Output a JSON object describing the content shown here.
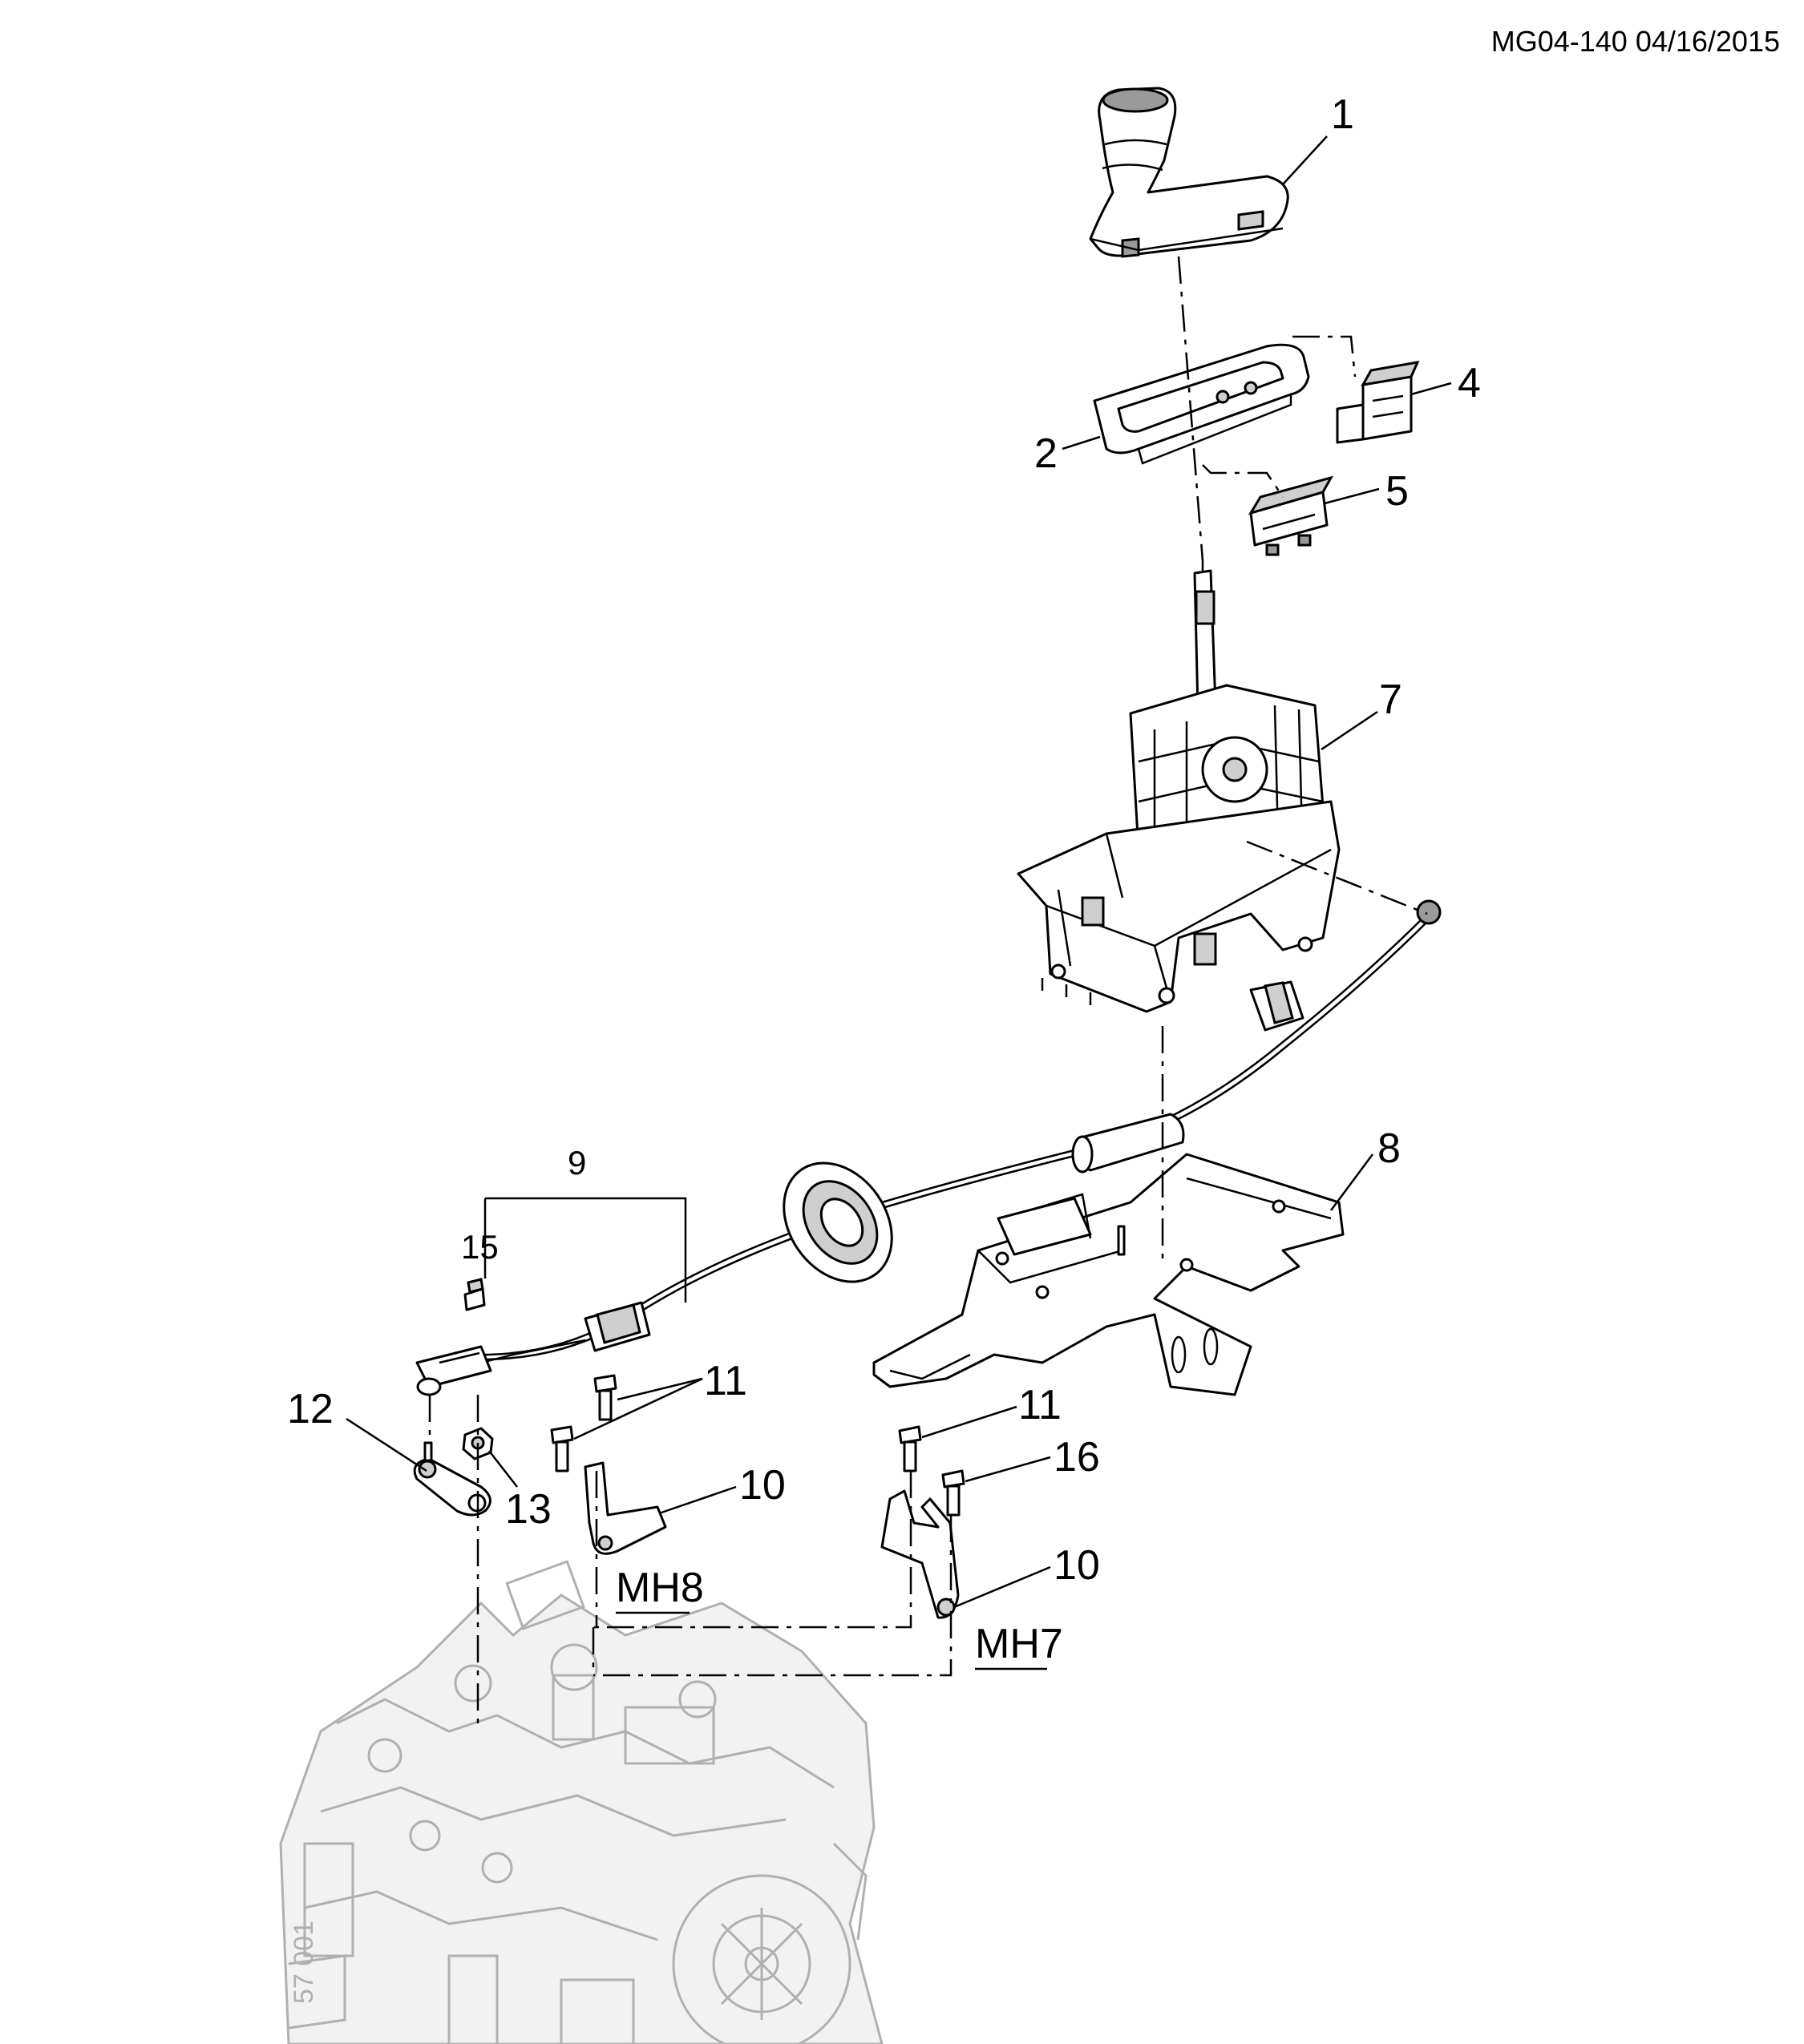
{
  "header": {
    "drawing_id": "MG04-140 04/16/2015"
  },
  "callouts": {
    "c1": "1",
    "c2": "2",
    "c4": "4",
    "c5": "5",
    "c7": "7",
    "c8": "8",
    "c9": "9",
    "c15": "15",
    "c12": "12",
    "c13": "13",
    "c11a": "11",
    "c11b": "11",
    "c10a": "10",
    "c10b": "10",
    "c16": "16"
  },
  "refs": {
    "mh8": "MH8",
    "mh7": "MH7"
  },
  "watermark": "57 001"
}
